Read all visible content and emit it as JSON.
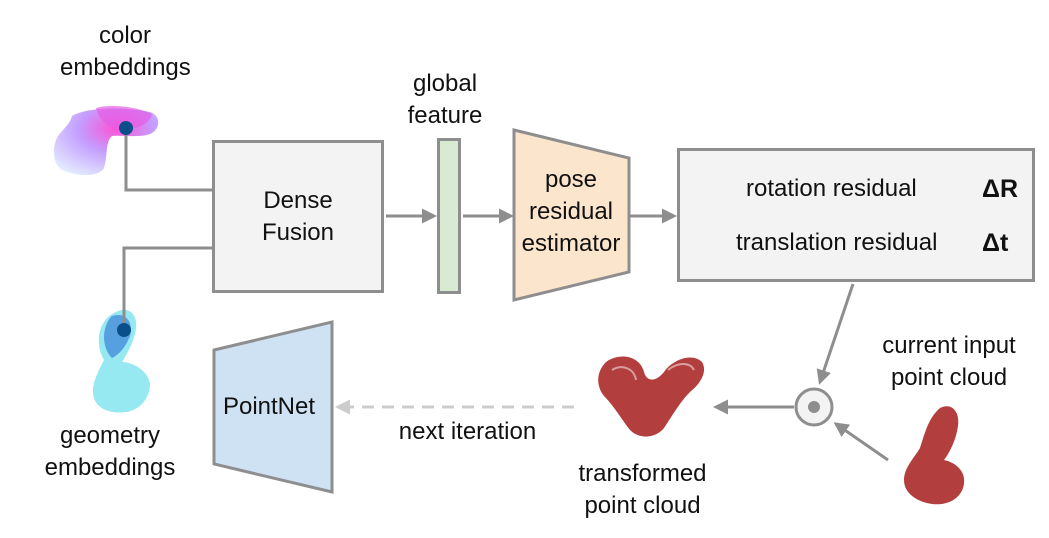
{
  "labels": {
    "color_embeddings": [
      "color",
      "embeddings"
    ],
    "geometry_embeddings": [
      "geometry",
      "embeddings"
    ],
    "global_feature": [
      "global",
      "feature"
    ],
    "dense_fusion": [
      "Dense",
      "Fusion"
    ],
    "pose_residual_estimator": [
      "pose",
      "residual",
      "estimator"
    ],
    "rotation_residual": "rotation residual",
    "rotation_symbol": "ΔR",
    "translation_residual": "translation residual",
    "translation_symbol": "Δt",
    "current_input_point_cloud": [
      "current input",
      "point cloud"
    ],
    "transformed_point_cloud": [
      "transformed",
      "point cloud"
    ],
    "pointnet": "PointNet",
    "next_iteration": "next iteration"
  },
  "colors": {
    "box_fill": "#f3f3f3",
    "box_border": "#8e8e8e",
    "global_feature_fill": "#d9ead3",
    "estimator_fill": "#fce5cd",
    "pointnet_fill": "#cfe2f3",
    "point_cloud": "#a61c1c",
    "geometry_cloud": "#4dd0e1",
    "joint_dot": "#0b4f8a"
  }
}
